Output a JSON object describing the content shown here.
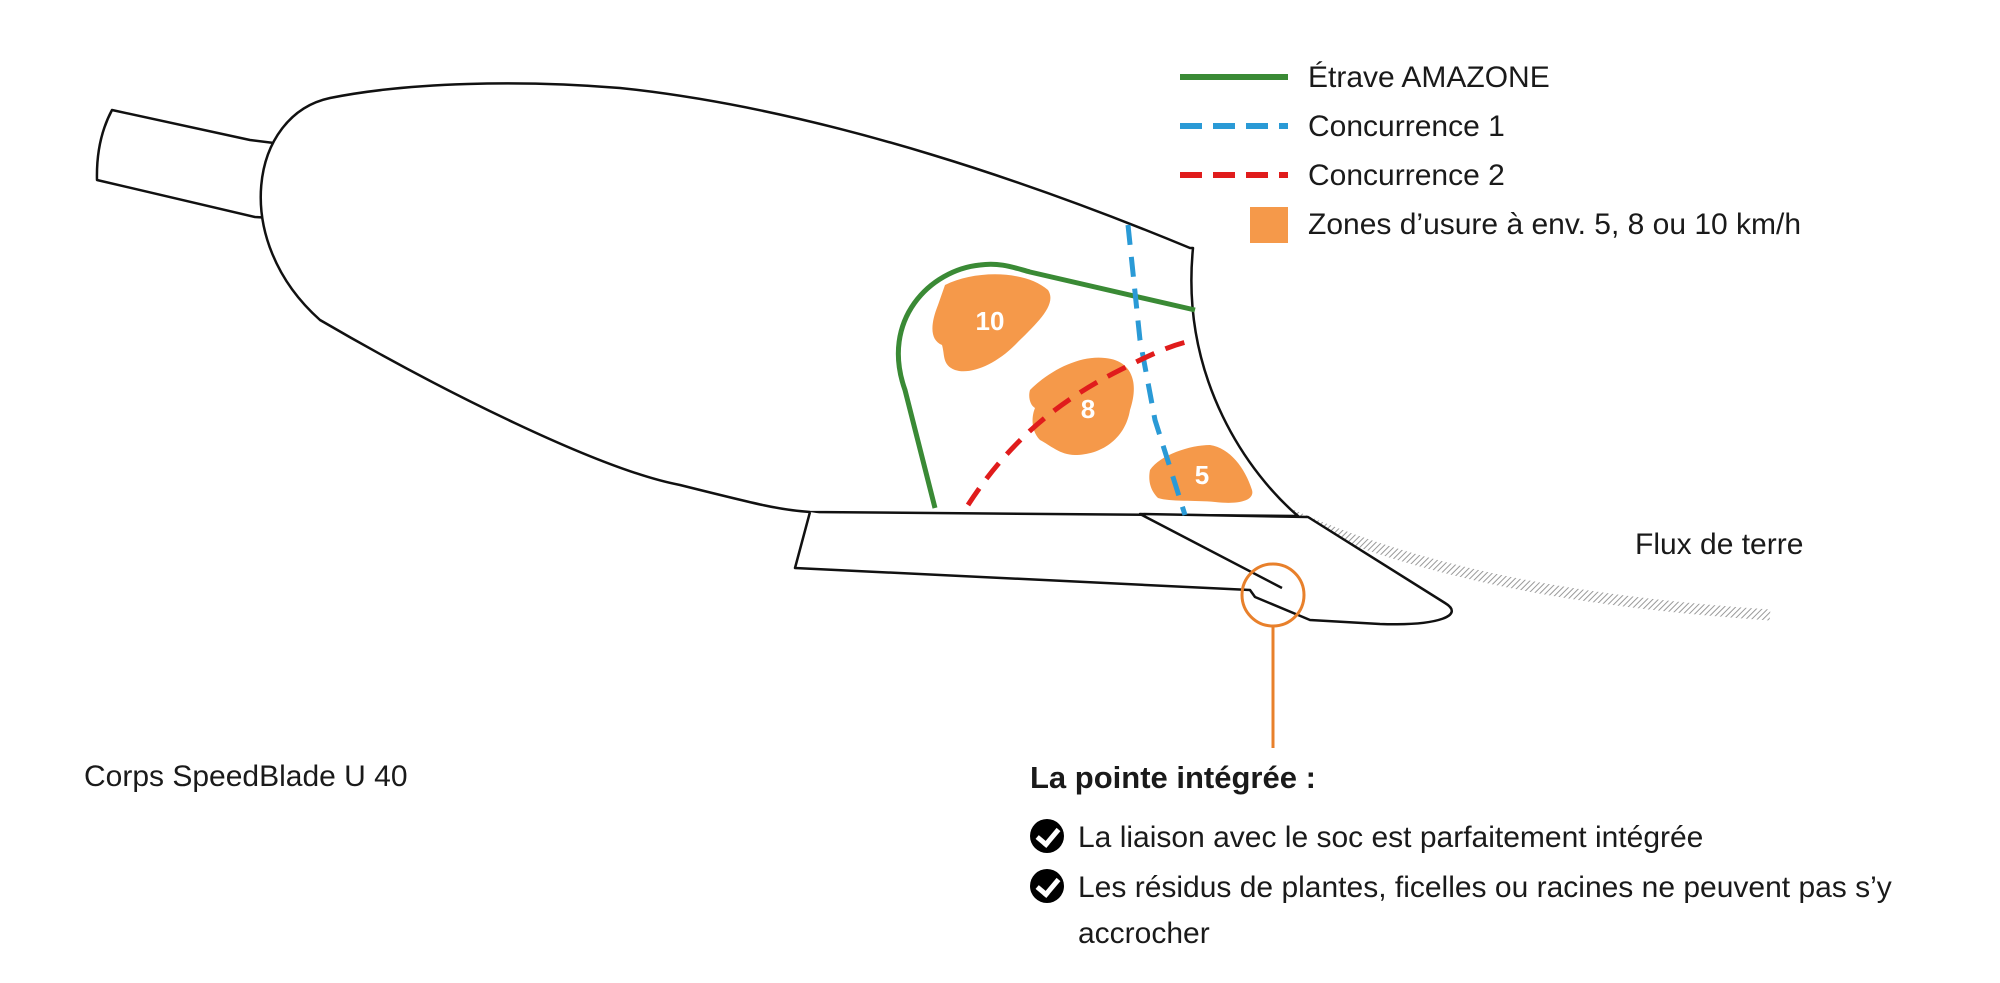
{
  "legend": {
    "items": [
      {
        "label": "Étrave AMAZONE",
        "style": "solid",
        "color": "#3a8a35"
      },
      {
        "label": "Concurrence 1",
        "style": "dashed",
        "color": "#2a9ad6"
      },
      {
        "label": "Concurrence 2",
        "style": "dashed",
        "color": "#e01c1c"
      },
      {
        "label": "Zones d’usure à env. 5, 8 ou 10 km/h",
        "style": "swatch",
        "color": "#f5994a"
      }
    ]
  },
  "zones": [
    {
      "label": "10"
    },
    {
      "label": "8"
    },
    {
      "label": "5"
    }
  ],
  "labels": {
    "soil_flow": "Flux de terre",
    "product": "Corps SpeedBlade U 40"
  },
  "feature": {
    "title": "La pointe intégrée :",
    "items": [
      "La liaison avec le soc est parfaitement intégrée",
      "Les résidus de plantes, ficelles ou racines ne peuvent pas s’y accrocher"
    ]
  },
  "colors": {
    "outline": "#111111",
    "soil_flow": "#a6a6a6",
    "callout": "#e8802b"
  }
}
